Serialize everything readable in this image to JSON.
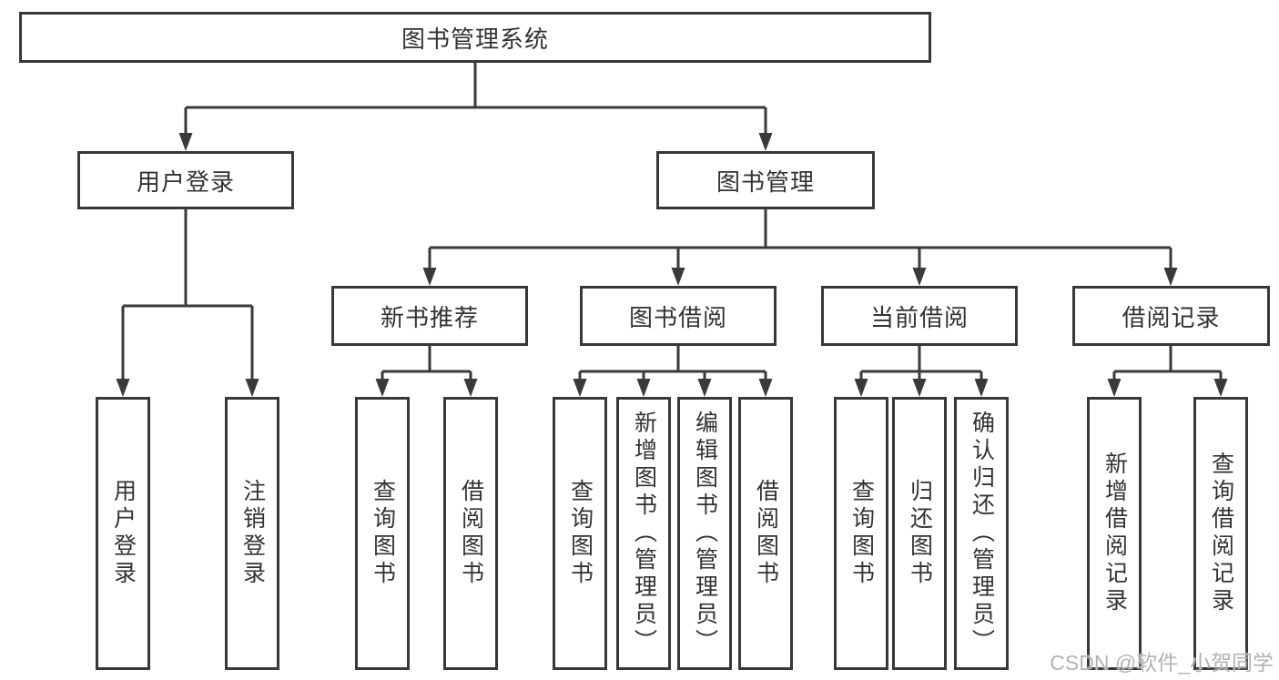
{
  "nodes": {
    "root": {
      "label": "图书管理系统"
    },
    "user_login": {
      "label": "用户登录"
    },
    "book_management": {
      "label": "图书管理"
    },
    "new_book_recommendation": {
      "label": "新书推荐"
    },
    "book_borrowing": {
      "label": "图书借阅"
    },
    "current_borrowing": {
      "label": "当前借阅"
    },
    "borrowing_records": {
      "label": "借阅记录"
    },
    "leaf_user_login": {
      "label": "用户登录"
    },
    "leaf_logout": {
      "label": "注销登录"
    },
    "leaf_recommend_query_books": {
      "label": "查询图书"
    },
    "leaf_recommend_borrow_books": {
      "label": "借阅图书"
    },
    "leaf_borrowing_query_books": {
      "label": "查询图书"
    },
    "leaf_borrowing_add_books": {
      "label": "新增图书（管理员）"
    },
    "leaf_borrowing_edit_books": {
      "label": "编辑图书（管理员）"
    },
    "leaf_borrowing_borrow_books": {
      "label": "借阅图书"
    },
    "leaf_current_query_books": {
      "label": "查询图书"
    },
    "leaf_current_return_books": {
      "label": "归还图书"
    },
    "leaf_current_confirm_return": {
      "label": "确认归还（管理员）"
    },
    "leaf_records_add_record": {
      "label": "新增借阅记录"
    },
    "leaf_records_query_record": {
      "label": "查询借阅记录"
    }
  },
  "watermark": {
    "text": "CSDN @软件_小贺同学"
  },
  "colors": {
    "line": "#3a3a3a",
    "text": "#333333",
    "background": "#ffffff",
    "watermark": "#b3b3b3"
  }
}
